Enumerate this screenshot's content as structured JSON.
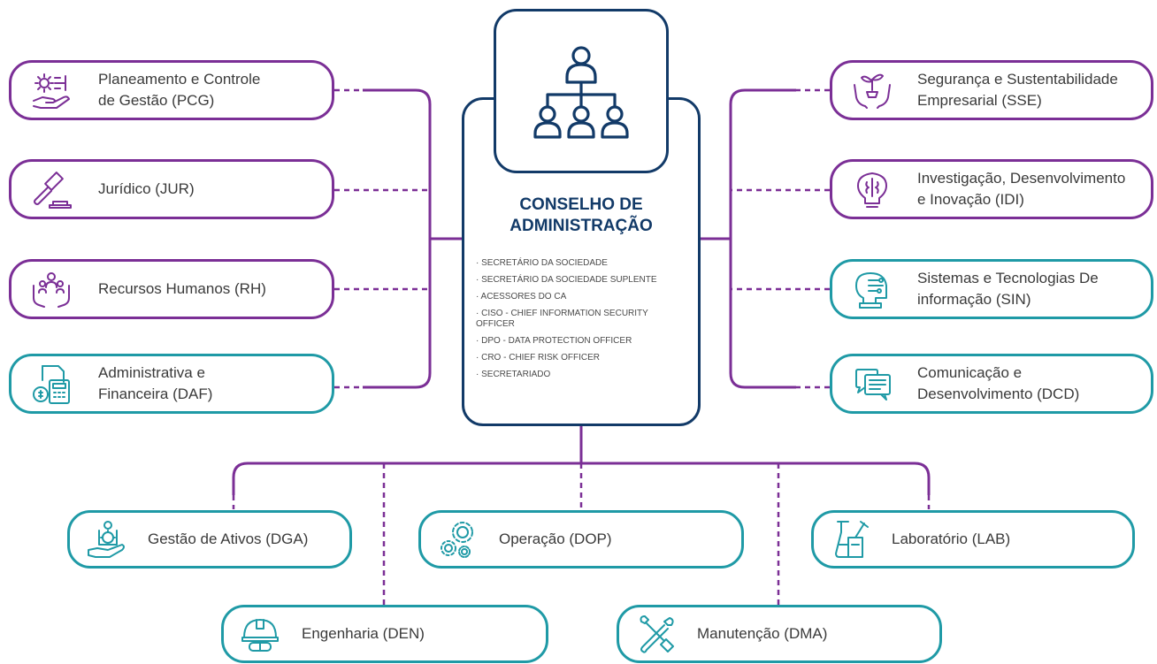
{
  "colors": {
    "purple": "#7b2f96",
    "teal": "#1f9aa6",
    "navy": "#123a68"
  },
  "center": {
    "title": "CONSELHO DE\nADMINISTRAÇÃO",
    "icon": "org-chart-icon",
    "list": [
      "· SECRETÁRIO DA SOCIEDADE",
      "· SECRETÁRIO DA SOCIEDADE SUPLENTE",
      "· ACESSORES DO CA",
      "· CISO - CHIEF INFORMATION SECURITY OFFICER",
      "· DPO - DATA PROTECTION OFFICER",
      "· CRO - CHIEF RISK OFFICER",
      "· SECRETARIADO"
    ]
  },
  "left_units": [
    {
      "label": "Planeamento e Controle\nde Gestão (PCG)",
      "icon": "gear-hand-icon",
      "color": "#7b2f96"
    },
    {
      "label": "Jurídico (JUR)",
      "icon": "gavel-icon",
      "color": "#7b2f96"
    },
    {
      "label": "Recursos Humanos (RH)",
      "icon": "people-hands-icon",
      "color": "#7b2f96"
    },
    {
      "label": "Administrativa e\nFinanceira (DAF)",
      "icon": "calculator-icon",
      "color": "#1f9aa6"
    }
  ],
  "right_units": [
    {
      "label": "Segurança e Sustentabilidade\nEmpresarial (SSE)",
      "icon": "plant-hands-icon",
      "color": "#7b2f96"
    },
    {
      "label": "Investigação, Desenvolvimento\ne Inovação (IDI)",
      "icon": "brain-bulb-icon",
      "color": "#7b2f96"
    },
    {
      "label": "Sistemas e Tecnologias De\ninformação (SIN)",
      "icon": "circuit-head-icon",
      "color": "#1f9aa6"
    },
    {
      "label": "Comunicação e\nDesenvolvimento (DCD)",
      "icon": "chat-bubbles-icon",
      "color": "#1f9aa6"
    }
  ],
  "bottom_units": [
    {
      "label": "Gestão de Ativos (DGA)",
      "icon": "asset-hand-icon",
      "color": "#1f9aa6"
    },
    {
      "label": "Operação (DOP)",
      "icon": "gears-icon",
      "color": "#1f9aa6"
    },
    {
      "label": "Laboratório (LAB)",
      "icon": "lab-flask-icon",
      "color": "#1f9aa6"
    },
    {
      "label": "Engenharia (DEN)",
      "icon": "helmet-icon",
      "color": "#1f9aa6"
    },
    {
      "label": "Manutenção (DMA)",
      "icon": "tools-icon",
      "color": "#1f9aa6"
    }
  ]
}
